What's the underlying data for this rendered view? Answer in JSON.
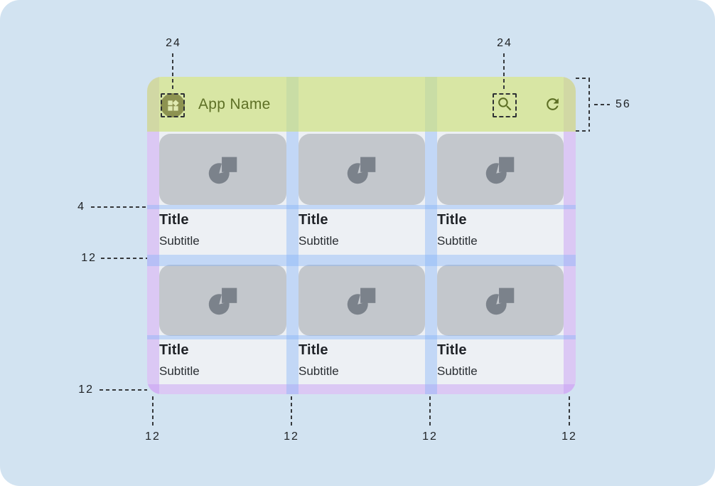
{
  "appbar": {
    "title": "App Name",
    "leading_icon": "widgets-icon",
    "trailing_icons": [
      "search-icon",
      "refresh-icon"
    ]
  },
  "card": {
    "title": "Title",
    "subtitle": "Subtitle",
    "image_icon": "pie-chart-placeholder-icon",
    "count": 6,
    "grid": "2 rows x 3 columns"
  },
  "measurements": {
    "leading_icon_size": "24",
    "trailing_icon_size": "24",
    "appbar_height": "56",
    "image_text_gap": "4",
    "row_gap": "12",
    "bottom_margin": "12",
    "column_gaps": [
      "12",
      "12",
      "12",
      "12"
    ]
  },
  "colors": {
    "canvas_background": "#d2e3f1",
    "appbar_highlight": "#d8e6a5",
    "margin_highlight": "#dcc8f5",
    "gutter_highlight": "#c3d7f6",
    "surface": "#edf0f4",
    "image_placeholder": "#c3c7cc",
    "placeholder_icon": "#7b828b",
    "appbar_content": "#5c6e24",
    "annotation": "#1e2124"
  }
}
